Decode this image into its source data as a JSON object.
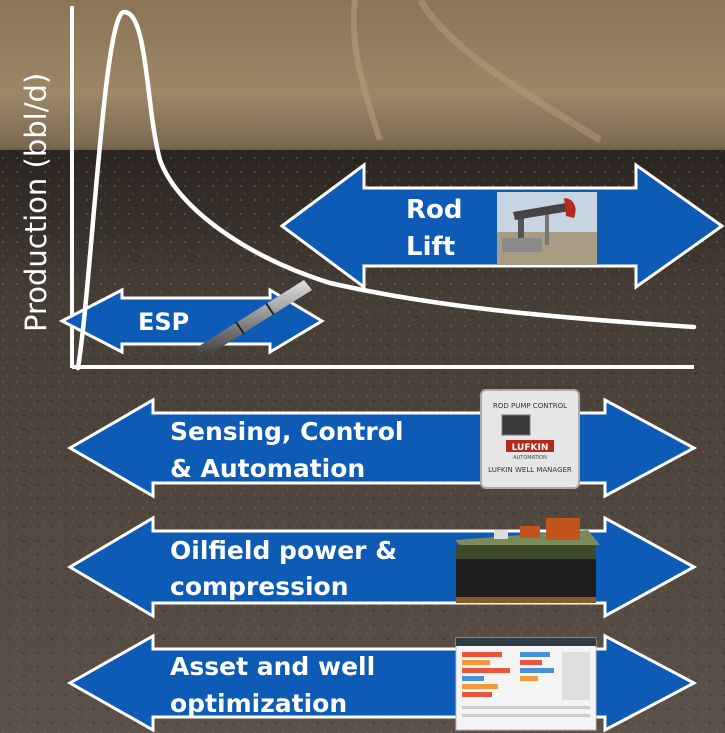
{
  "colors": {
    "arrow_fill": "#0d5bb5",
    "arrow_stroke": "#ffffff",
    "axis": "#ffffff",
    "curve": "#ffffff",
    "sky_ground": "#8f7a5c",
    "soil": "#3a332d"
  },
  "chart": {
    "ylabel": "Production (bbl/d)"
  },
  "arrows": {
    "rod_lift": {
      "line1": "Rod",
      "line2": "Lift",
      "image": "pumpjack-photo"
    },
    "esp": {
      "label": "ESP",
      "image": "esp-pump-photo"
    },
    "sensing": {
      "line1": "Sensing, Control",
      "line2": "& Automation",
      "image": "rod-pump-control-box"
    },
    "power": {
      "line1": "Oilfield power &",
      "line2": "compression",
      "image": "oilfield-compression-cutaway"
    },
    "asset": {
      "line1": "Asset and well",
      "line2": "optimization",
      "image": "dashboard-screenshot"
    }
  },
  "device": {
    "title": "ROD PUMP CONTROL",
    "brand": "LUFKIN",
    "subbrand": "AUTOMATION",
    "product": "LUFKIN WELL MANAGER"
  }
}
